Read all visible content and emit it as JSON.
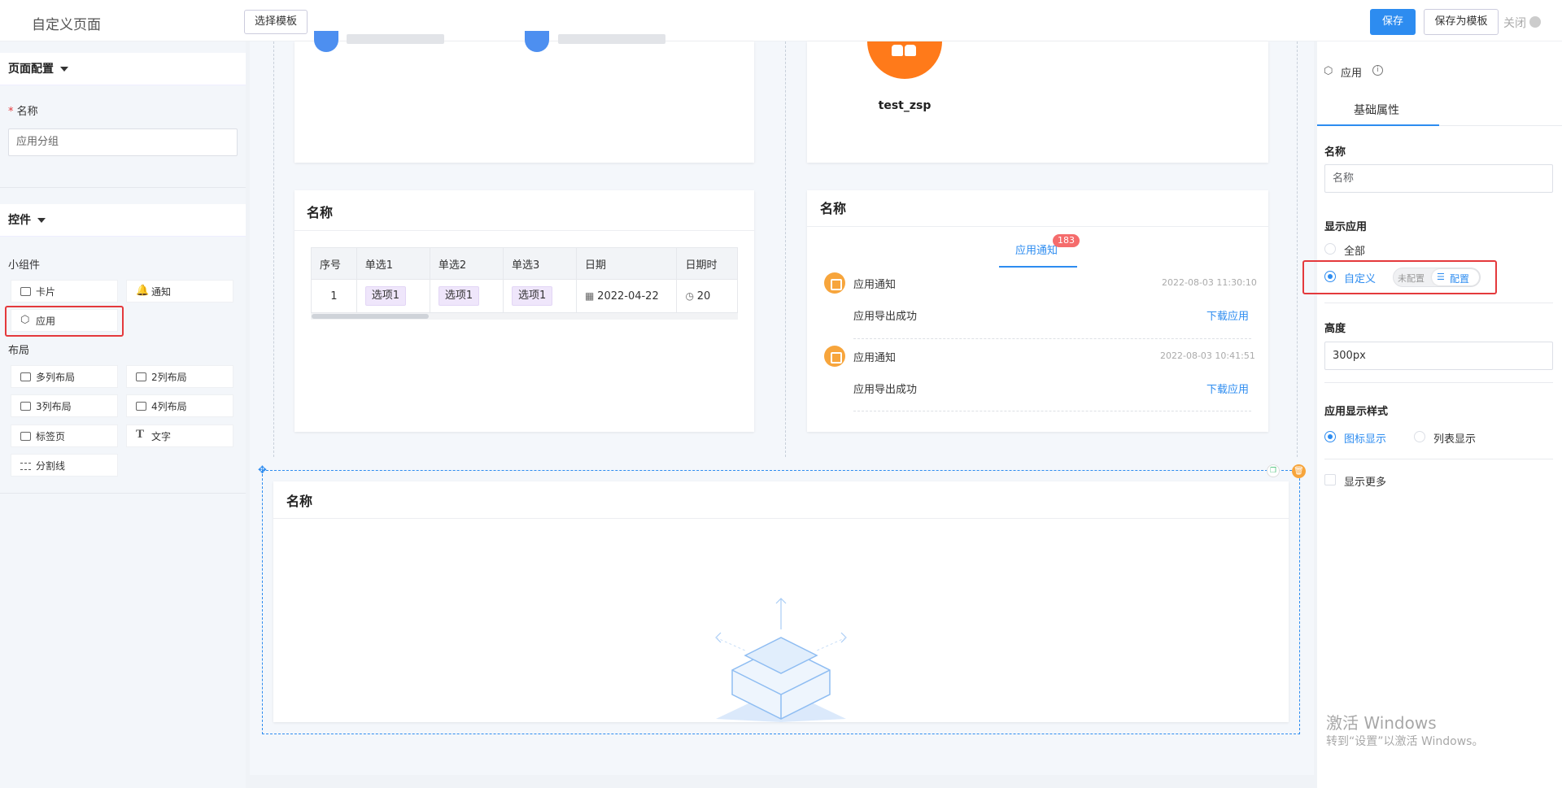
{
  "header": {
    "title": "自定义页面",
    "choose_template": "选择模板",
    "save": "保存",
    "save_as_template": "保存为模板",
    "close": "关闭"
  },
  "left_panel": {
    "page_config": {
      "title": "页面配置",
      "name_label": "名称",
      "name_value": "应用分组"
    },
    "controls": {
      "title": "控件",
      "small_widgets_label": "小组件",
      "small_widgets": [
        {
          "label": "卡片",
          "icon": "card-icon"
        },
        {
          "label": "通知",
          "icon": "bell-icon"
        },
        {
          "label": "应用",
          "icon": "cube-icon"
        }
      ],
      "layout_label": "布局",
      "layouts": [
        {
          "label": "多列布局",
          "icon": "multi-column-icon"
        },
        {
          "label": "2列布局",
          "icon": "two-column-icon"
        },
        {
          "label": "3列布局",
          "icon": "three-column-icon"
        },
        {
          "label": "4列布局",
          "icon": "four-column-icon"
        },
        {
          "label": "标签页",
          "icon": "tab-page-icon"
        },
        {
          "label": "文字",
          "icon": "text-icon"
        },
        {
          "label": "分割线",
          "icon": "divider-icon"
        }
      ]
    }
  },
  "canvas": {
    "top_left_card": {
      "apps": [
        "",
        ""
      ]
    },
    "top_right_card": {
      "app_name": "test_zsp"
    },
    "table_card": {
      "title": "名称",
      "columns": [
        "序号",
        "单选1",
        "单选2",
        "单选3",
        "日期",
        "日期时"
      ],
      "rows": [
        {
          "index": "1",
          "r1": "选项1",
          "r2": "选项1",
          "r3": "选项1",
          "date": "2022-04-22",
          "time": "20"
        }
      ]
    },
    "notice_card": {
      "title": "名称",
      "tab": "应用通知",
      "badge": "183",
      "items": [
        {
          "title": "应用通知",
          "time": "2022-08-03 11:30:10",
          "message": "应用导出成功",
          "action": "下载应用"
        },
        {
          "title": "应用通知",
          "time": "2022-08-03 10:41:51",
          "message": "应用导出成功",
          "action": "下载应用"
        }
      ]
    },
    "selected_card": {
      "title": "名称"
    }
  },
  "right_panel": {
    "title": "应用",
    "tab": "基础属性",
    "name_label": "名称",
    "name_placeholder": "名称",
    "display_app_label": "显示应用",
    "display_app_options": [
      "全部",
      "自定义"
    ],
    "selected_option": "自定义",
    "not_configured": "未配置",
    "configure": "配置",
    "height_label": "高度",
    "height_value": "300px",
    "style_label": "应用显示样式",
    "style_options": [
      "图标显示",
      "列表显示"
    ],
    "selected_style": "图标显示",
    "show_more": "显示更多"
  },
  "watermark": {
    "line1": "激活 Windows",
    "line2": "转到“设置”以激活 Windows。"
  },
  "colors": {
    "primary": "#2d8cf0",
    "highlight": "#e4393c",
    "badge": "#f56c6c",
    "app_orange": "#ff7a1a",
    "notice_icon": "#f7a53c"
  }
}
